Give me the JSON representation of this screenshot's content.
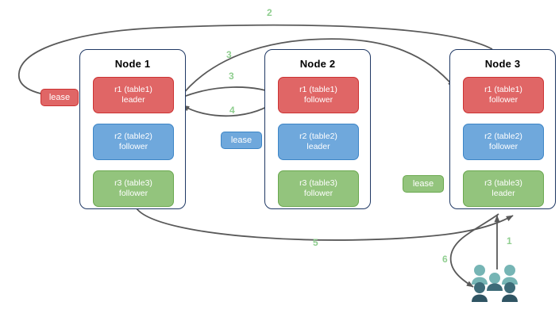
{
  "diagram": {
    "title_hidden": "",
    "colors": {
      "replica_red_fill": "#e06666",
      "replica_red_border": "#cc3232",
      "replica_blue_fill": "#6fa8dc",
      "replica_blue_border": "#3d85c6",
      "replica_green_fill": "#93c47d",
      "replica_green_border": "#6aa84f",
      "node_border": "#1f3864",
      "edge_stroke": "#595959",
      "edge_label": "#8fce8f",
      "user_light": "#76b5b5",
      "user_dark": "#3d6b78",
      "user_darkest": "#2f5463"
    },
    "nodes": [
      {
        "title": "Node 1",
        "replicas": [
          {
            "name": "r1 (table1)",
            "role": "leader",
            "color": "red"
          },
          {
            "name": "r2 (table2)",
            "role": "follower",
            "color": "blue"
          },
          {
            "name": "r3 (table3)",
            "role": "follower",
            "color": "green"
          }
        ]
      },
      {
        "title": "Node 2",
        "replicas": [
          {
            "name": "r1 (table1)",
            "role": "follower",
            "color": "red"
          },
          {
            "name": "r2 (table2)",
            "role": "leader",
            "color": "blue"
          },
          {
            "name": "r3 (table3)",
            "role": "follower",
            "color": "green"
          }
        ]
      },
      {
        "title": "Node 3",
        "replicas": [
          {
            "name": "r1 (table1)",
            "role": "follower",
            "color": "red"
          },
          {
            "name": "r2 (table2)",
            "role": "follower",
            "color": "blue"
          },
          {
            "name": "r3 (table3)",
            "role": "leader",
            "color": "green"
          }
        ]
      }
    ],
    "leases": [
      {
        "label": "lease",
        "color": "red"
      },
      {
        "label": "lease",
        "color": "blue"
      },
      {
        "label": "lease",
        "color": "green"
      }
    ],
    "edge_labels": [
      {
        "text": "2"
      },
      {
        "text": "3"
      },
      {
        "text": "3"
      },
      {
        "text": "4"
      },
      {
        "text": "5"
      },
      {
        "text": "1"
      },
      {
        "text": "6"
      }
    ],
    "icons": {
      "users": "users-icon"
    }
  }
}
